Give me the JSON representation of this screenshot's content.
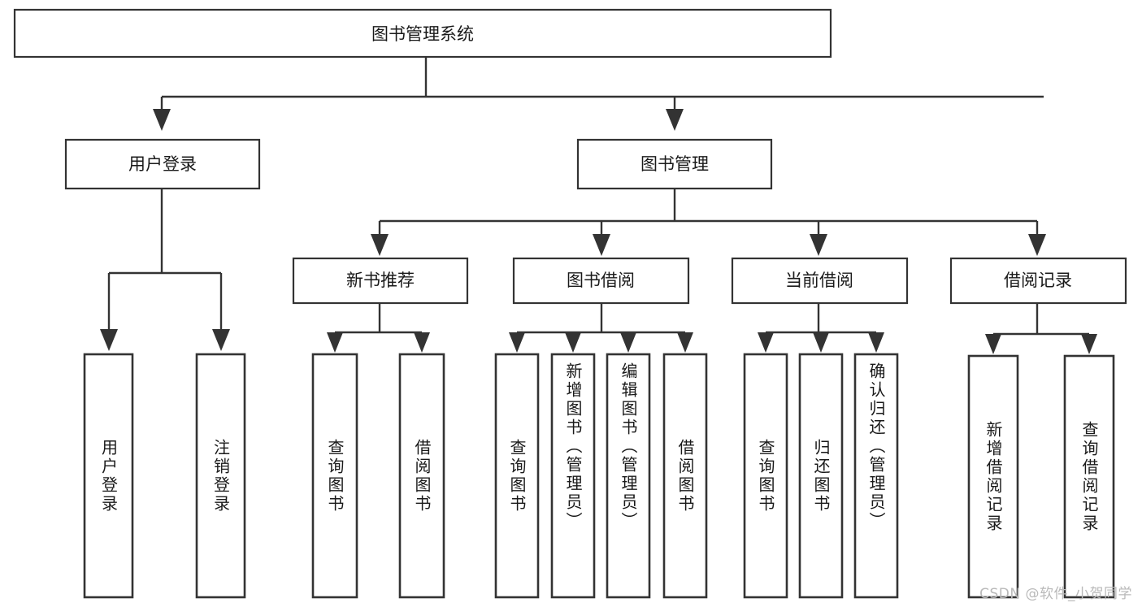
{
  "diagram": {
    "title": "图书管理系统",
    "type": "tree",
    "root": {
      "id": "root",
      "label": "图书管理系统",
      "orientation": "horizontal"
    },
    "level1": [
      {
        "id": "user-login",
        "label": "用户登录",
        "orientation": "horizontal"
      },
      {
        "id": "book-manage",
        "label": "图书管理",
        "orientation": "horizontal"
      }
    ],
    "level2": [
      {
        "id": "new-book-recommend",
        "label": "新书推荐",
        "parent": "book-manage",
        "orientation": "horizontal"
      },
      {
        "id": "book-borrow",
        "label": "图书借阅",
        "parent": "book-manage",
        "orientation": "horizontal"
      },
      {
        "id": "current-borrow",
        "label": "当前借阅",
        "parent": "book-manage",
        "orientation": "horizontal"
      },
      {
        "id": "borrow-record",
        "label": "借阅记录",
        "parent": "book-manage",
        "orientation": "horizontal"
      }
    ],
    "leaves": [
      {
        "id": "leaf-user-login",
        "label": "用户登录",
        "parent": "user-login",
        "orientation": "vertical"
      },
      {
        "id": "leaf-logout-login",
        "label": "注销登录",
        "parent": "user-login",
        "orientation": "vertical"
      },
      {
        "id": "leaf-query-book-1",
        "label": "查询图书",
        "parent": "new-book-recommend",
        "orientation": "vertical"
      },
      {
        "id": "leaf-borrow-book-1",
        "label": "借阅图书",
        "parent": "new-book-recommend",
        "orientation": "vertical"
      },
      {
        "id": "leaf-query-book-2",
        "label": "查询图书",
        "parent": "book-borrow",
        "orientation": "vertical"
      },
      {
        "id": "leaf-add-book",
        "label": "新增图书（管理员）",
        "parent": "book-borrow",
        "orientation": "vertical"
      },
      {
        "id": "leaf-edit-book",
        "label": "编辑图书（管理员）",
        "parent": "book-borrow",
        "orientation": "vertical"
      },
      {
        "id": "leaf-borrow-book-2",
        "label": "借阅图书",
        "parent": "book-borrow",
        "orientation": "vertical"
      },
      {
        "id": "leaf-query-book-3",
        "label": "查询图书",
        "parent": "current-borrow",
        "orientation": "vertical"
      },
      {
        "id": "leaf-return-book",
        "label": "归还图书",
        "parent": "current-borrow",
        "orientation": "vertical"
      },
      {
        "id": "leaf-confirm-return",
        "label": "确认归还（管理员）",
        "parent": "current-borrow",
        "orientation": "vertical"
      },
      {
        "id": "leaf-add-record",
        "label": "新增借阅记录",
        "parent": "borrow-record",
        "orientation": "vertical"
      },
      {
        "id": "leaf-query-record",
        "label": "查询借阅记录",
        "parent": "borrow-record",
        "orientation": "vertical"
      }
    ],
    "colors": {
      "stroke": "#333333",
      "fill": "#ffffff",
      "text": "#1a1a1a",
      "watermark": "#b9b9b9",
      "background": "#ffffff"
    }
  },
  "watermark": {
    "text": "CSDN @软件_小贺同学"
  }
}
